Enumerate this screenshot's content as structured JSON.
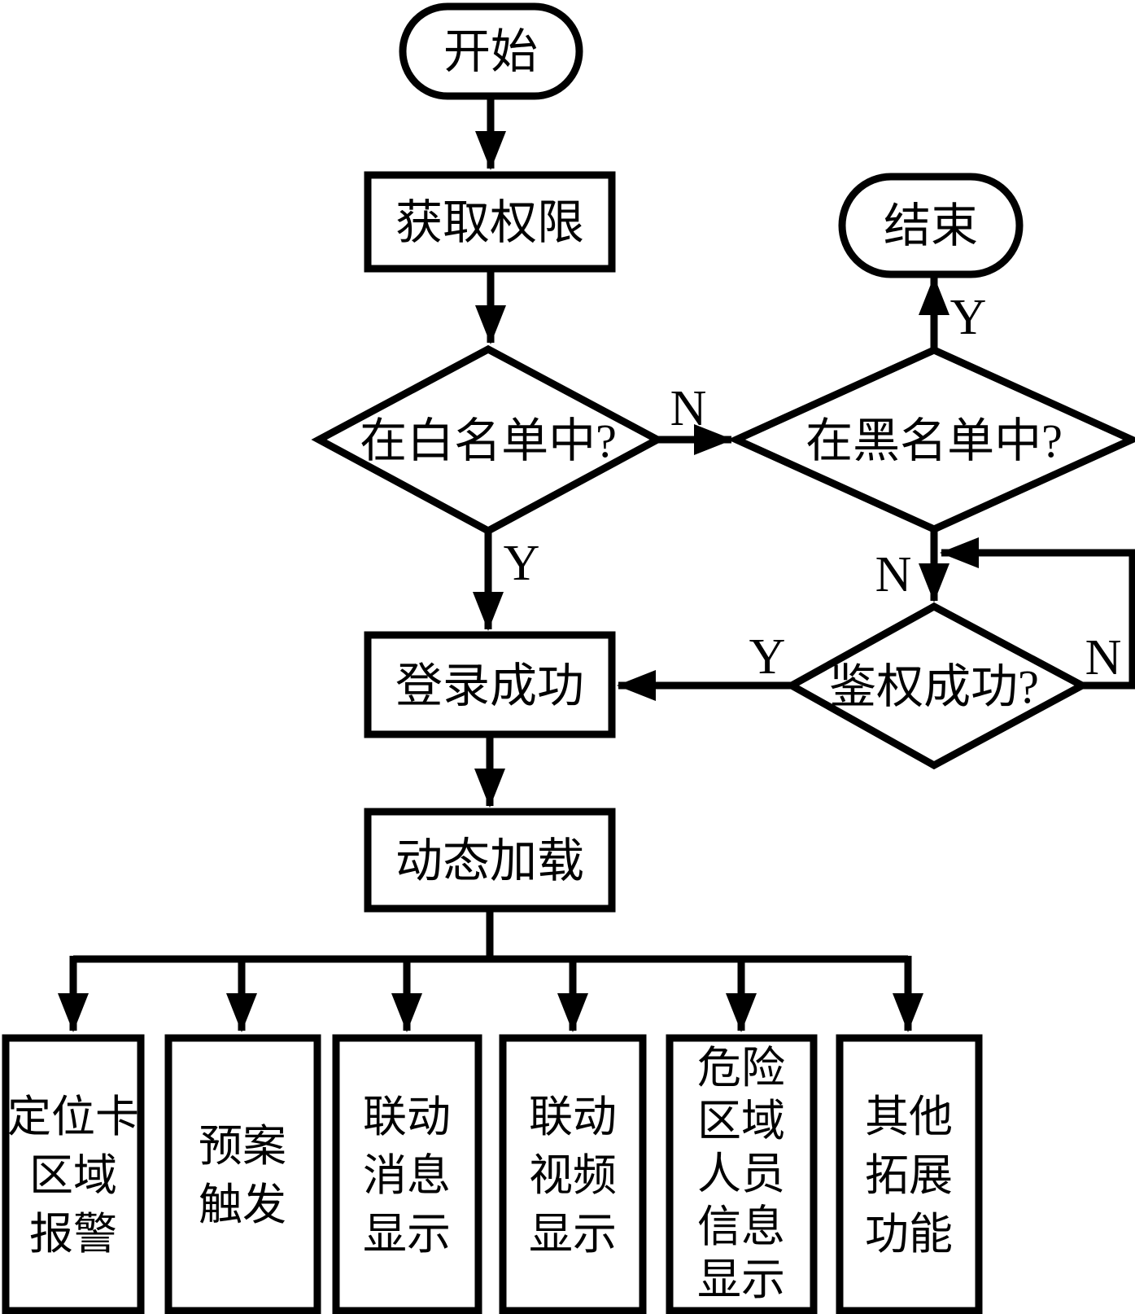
{
  "nodes": {
    "start": {
      "label": "开始"
    },
    "acquire_permission": {
      "label": "获取权限"
    },
    "whitelist_check": {
      "label": "在白名单中?"
    },
    "blacklist_check": {
      "label": "在黑名单中?"
    },
    "end": {
      "label": "结束"
    },
    "auth_check": {
      "label": "鉴权成功?"
    },
    "login_success": {
      "label": "登录成功"
    },
    "dynamic_load": {
      "label": "动态加载"
    }
  },
  "edge_labels": {
    "whitelist_no": "N",
    "whitelist_yes": "Y",
    "blacklist_yes": "Y",
    "blacklist_no": "N",
    "auth_yes": "Y",
    "auth_no": "N"
  },
  "branches": [
    {
      "label": "定位卡区域报警",
      "lines": [
        "定位卡",
        "区域",
        "报警"
      ]
    },
    {
      "label": "预案触发",
      "lines": [
        "预案",
        "触发"
      ]
    },
    {
      "label": "联动消息显示",
      "lines": [
        "联动",
        "消息",
        "显示"
      ]
    },
    {
      "label": "联动视频显示",
      "lines": [
        "联动",
        "视频",
        "显示"
      ]
    },
    {
      "label": "危险区域人员信息显示",
      "lines": [
        "危险",
        "区域",
        "人员",
        "信息",
        "显示"
      ]
    },
    {
      "label": "其他拓展功能",
      "lines": [
        "其他",
        "拓展",
        "功能"
      ]
    }
  ],
  "colors": {
    "stroke": "#000000",
    "background": "#ffffff"
  }
}
